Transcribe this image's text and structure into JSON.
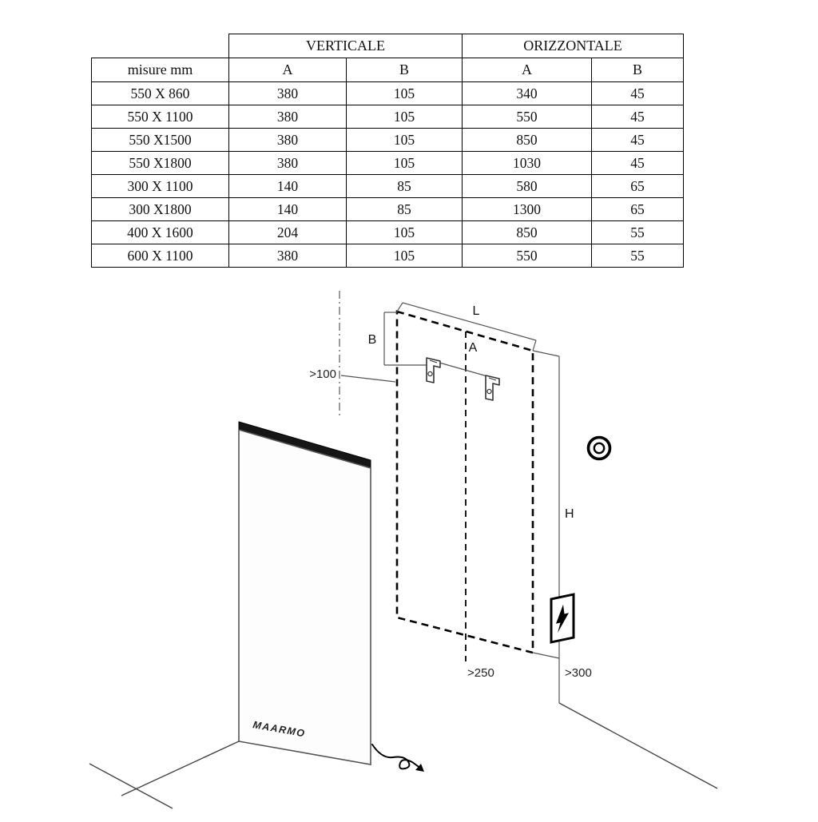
{
  "table": {
    "group_headers": {
      "verticale": "VERTICALE",
      "orizzontale": "ORIZZONTALE"
    },
    "columns": {
      "misure": "misure mm",
      "vert_a": "A",
      "vert_b": "B",
      "oriz_a": "A",
      "oriz_b": "B"
    },
    "rows": [
      {
        "misure": "550 X 860",
        "vert_a": "380",
        "vert_b": "105",
        "oriz_a": "340",
        "oriz_b": "45"
      },
      {
        "misure": "550 X 1100",
        "vert_a": "380",
        "vert_b": "105",
        "oriz_a": "550",
        "oriz_b": "45"
      },
      {
        "misure": "550 X1500",
        "vert_a": "380",
        "vert_b": "105",
        "oriz_a": "850",
        "oriz_b": "45"
      },
      {
        "misure": "550 X1800",
        "vert_a": "380",
        "vert_b": "105",
        "oriz_a": "1030",
        "oriz_b": "45"
      },
      {
        "misure": "300 X 1100",
        "vert_a": "140",
        "vert_b": "85",
        "oriz_a": "580",
        "oriz_b": "65"
      },
      {
        "misure": "300 X1800",
        "vert_a": "140",
        "vert_b": "85",
        "oriz_a": "1300",
        "oriz_b": "65"
      },
      {
        "misure": "400 X 1600",
        "vert_a": "204",
        "vert_b": "105",
        "oriz_a": "850",
        "oriz_b": "55"
      },
      {
        "misure": "600 X 1100",
        "vert_a": "380",
        "vert_b": "105",
        "oriz_a": "550",
        "oriz_b": "55"
      }
    ]
  },
  "diagram": {
    "labels": {
      "length": "L",
      "top_offset": "B",
      "bracket_spacing": "A",
      "wall_clearance": ">100",
      "height": "H",
      "bottom_center": ">250",
      "bottom_right": ">300",
      "brand": "MAARMO"
    }
  }
}
